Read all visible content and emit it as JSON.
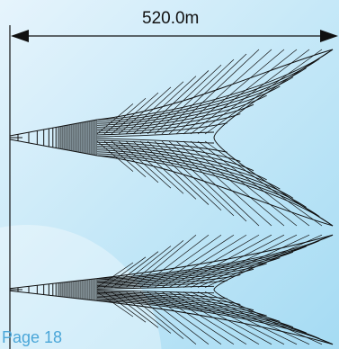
{
  "dimension": {
    "label": "520.0m"
  },
  "page": {
    "label": "Page 18"
  },
  "colors": {
    "line": "#111111",
    "page_label": "#4aa6d8",
    "background": "#c8e9f8"
  },
  "diagram": {
    "nets": 2,
    "description_icon": "trawl-net-drawing"
  }
}
